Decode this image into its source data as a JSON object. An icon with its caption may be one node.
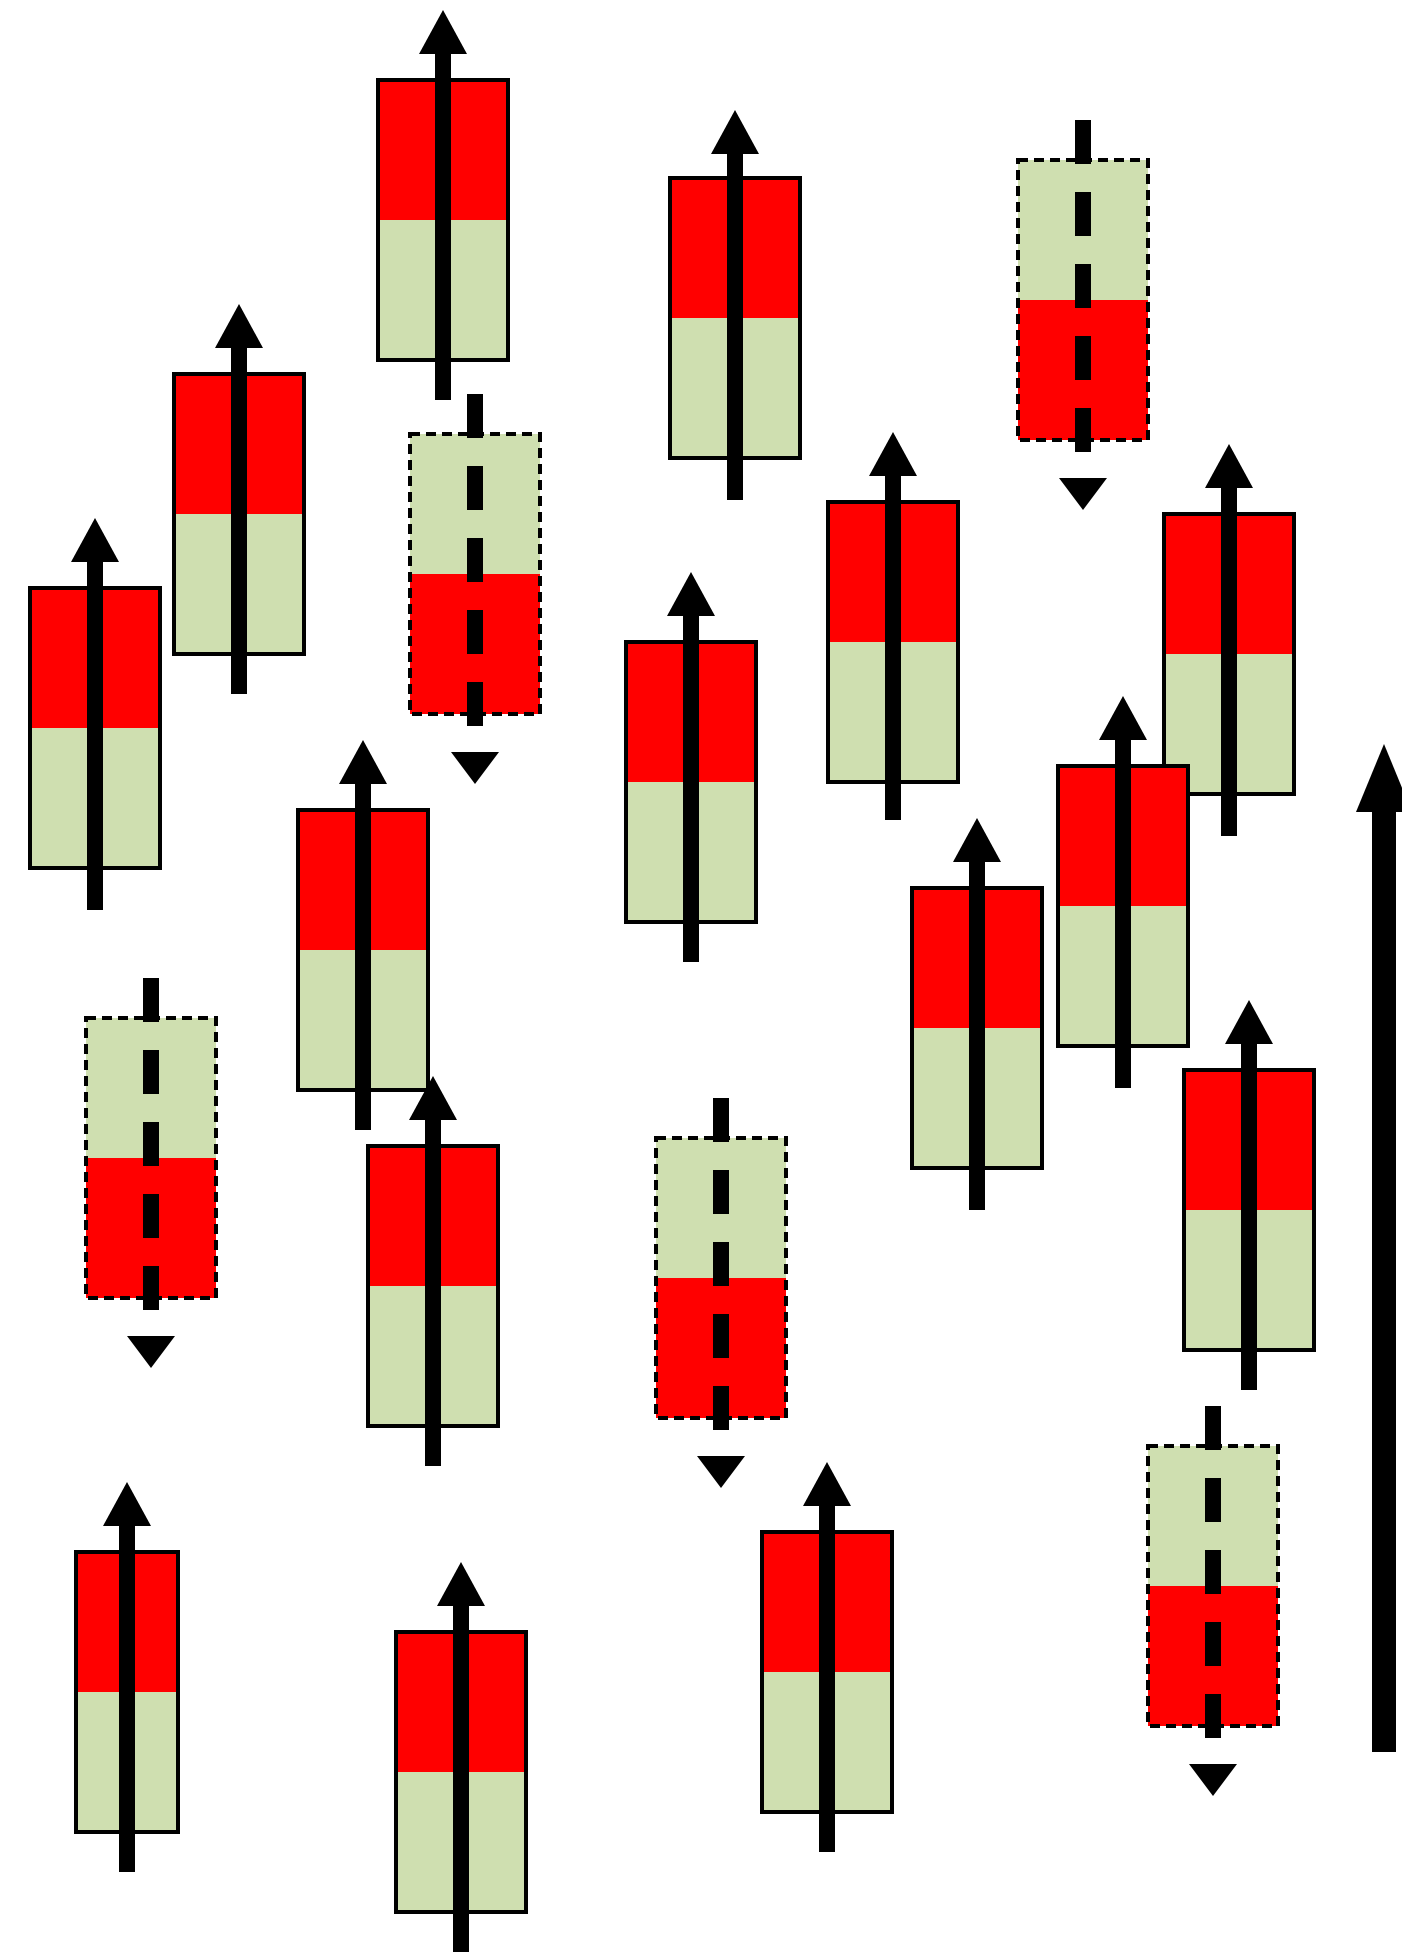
{
  "diagram": {
    "nodes": [
      {
        "text": [],
        "shape": "bar"
      },
      {
        "text": [],
        "shape": "bar"
      },
      {
        "text": [],
        "shape": "bar"
      },
      {
        "text": [],
        "shape": "bar"
      },
      {
        "text": [],
        "shape": "bar"
      },
      {
        "text": [],
        "shape": "bar"
      },
      {
        "text": [],
        "shape": "bar"
      },
      {
        "text": [],
        "shape": "bar"
      },
      {
        "text": [],
        "shape": "bar"
      },
      {
        "text": [],
        "shape": "bar"
      },
      {
        "text": [],
        "shape": "bar"
      },
      {
        "text": [],
        "shape": "bar"
      },
      {
        "text": [],
        "shape": "bar"
      },
      {
        "text": [],
        "shape": "bar"
      },
      {
        "text": [],
        "shape": "bar"
      },
      {
        "text": [],
        "shape": "bar"
      },
      {
        "text": [],
        "shape": "bar"
      },
      {
        "text": [],
        "shape": "bar"
      },
      {
        "text": [],
        "shape": "bar"
      },
      {
        "text": [],
        "shape": "bar"
      }
    ]
  }
}
